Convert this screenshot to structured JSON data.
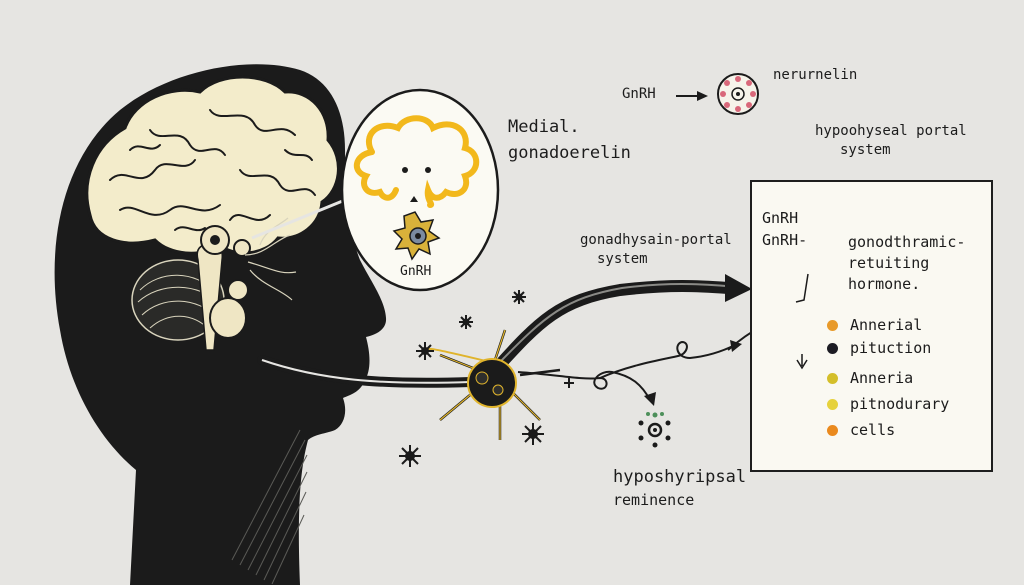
{
  "labels": {
    "gnrh_top": "GnRH",
    "neurunelin": "nerurnelin",
    "medial_line1": "Medial.",
    "medial_line2": "gonadoerelin",
    "portal_right_line1": "hypoohyseal portal",
    "portal_right_line2": "system",
    "gnrh_bubble": "GnRH",
    "portal_mid_line1": "gonadhysain-portal",
    "portal_mid_line2": "system",
    "bottom_line1": "hyposhyripsal",
    "bottom_line2": "reminence"
  },
  "note": {
    "line_gnrh_1": "GnRH",
    "line_gnrh_2": "GnRH-",
    "hormone_line1": "gonodthramic-",
    "hormone_line2": "retuiting",
    "hormone_line3": "hormone.",
    "legend": [
      {
        "label": "Annerial",
        "color": "#e89a2a"
      },
      {
        "label": "pituction",
        "color": "#1c1c24"
      },
      {
        "label": "Anneria",
        "color": "#d4bf2a"
      },
      {
        "label": "pitnodurary",
        "color": "#e6d23c"
      },
      {
        "label": "cells",
        "color": "#ea8a1e"
      }
    ]
  },
  "colors": {
    "background": "#e6e5e2",
    "ink": "#1c1c1c",
    "brain": "#f3eccb",
    "hypothalamus_yellow": "#f2b81c",
    "neurunelin_pink": "#d9687a"
  }
}
